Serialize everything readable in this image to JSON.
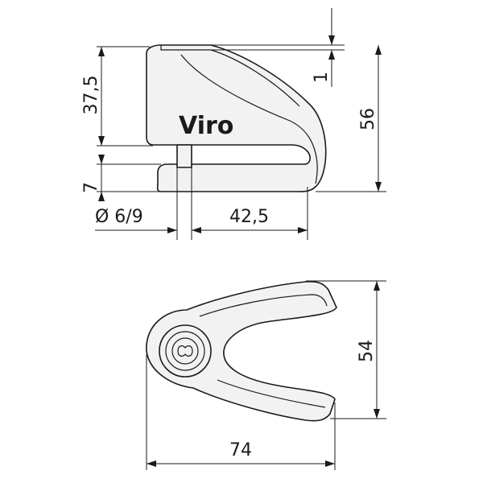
{
  "brand": "Viro",
  "dimensions": {
    "d_37_5": "37,5",
    "d_7": "7",
    "d_diam": "Ø 6/9",
    "d_42_5": "42,5",
    "d_1": "1",
    "d_56": "56",
    "d_54": "54",
    "d_74": "74"
  },
  "colors": {
    "outline": "#1a1a1a",
    "fill": "#f2f2f2"
  }
}
